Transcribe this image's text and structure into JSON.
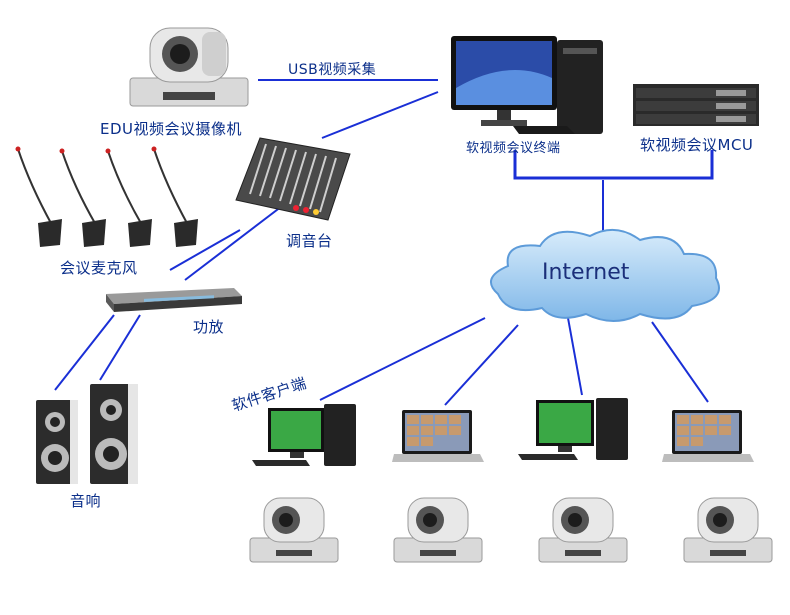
{
  "diagram": {
    "labels": {
      "usb_capture": "USB视频采集",
      "edu_camera": "EDU视频会议摄像机",
      "soft_terminal": "软视频会议终端",
      "soft_mcu": "软视频会议MCU",
      "mixer": "调音台",
      "mic": "会议麦克风",
      "amplifier": "功放",
      "speaker": "音响",
      "soft_client": "软件客户端",
      "internet": "Internet"
    },
    "colors": {
      "line": "#1a2fd6",
      "label": "#0b2f8a",
      "cloud": "#8fc3ee",
      "cloud_text": "#1b2f7a"
    },
    "icons": [
      "camera-icon",
      "desktop-pc-icon",
      "server-rack-icon",
      "audio-mixer-icon",
      "microphone-icon",
      "amplifier-icon",
      "speaker-icon",
      "laptop-icon",
      "cloud-icon"
    ]
  }
}
